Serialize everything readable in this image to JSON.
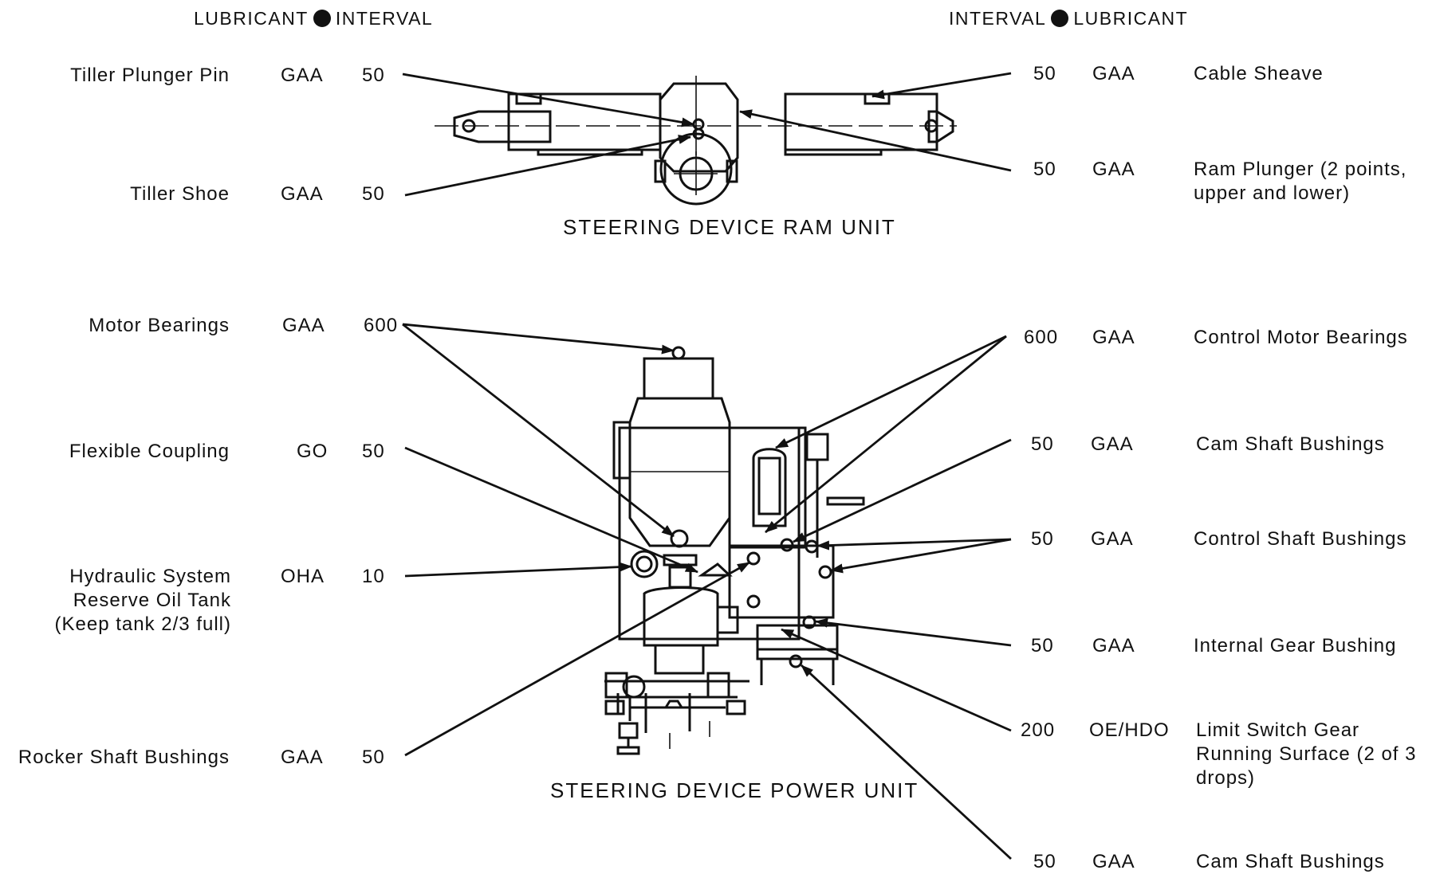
{
  "header_left": {
    "lubricant": "LUBRICANT",
    "interval": "INTERVAL"
  },
  "header_right": {
    "interval": "INTERVAL",
    "lubricant": "LUBRICANT"
  },
  "captions": {
    "ram_unit": "STEERING DEVICE RAM UNIT",
    "power_unit": "STEERING DEVICE POWER UNIT"
  },
  "left_items": [
    {
      "name": "Tiller Plunger Pin",
      "lubricant": "GAA",
      "interval": "50"
    },
    {
      "name": "Tiller Shoe",
      "lubricant": "GAA",
      "interval": "50"
    },
    {
      "name": "Motor Bearings",
      "lubricant": "GAA",
      "interval": "600"
    },
    {
      "name": "Flexible Coupling",
      "lubricant": "GO",
      "interval": "50"
    },
    {
      "name": "Hydraulic System Reserve Oil Tank (Keep tank 2/3 full)",
      "lubricant": "OHA",
      "interval": "10"
    },
    {
      "name": "Rocker Shaft Bushings",
      "lubricant": "GAA",
      "interval": "50"
    }
  ],
  "right_items": [
    {
      "interval": "50",
      "lubricant": "GAA",
      "name": "Cable Sheave"
    },
    {
      "interval": "50",
      "lubricant": "GAA",
      "name": "Ram Plunger (2 points, upper and lower)"
    },
    {
      "interval": "600",
      "lubricant": "GAA",
      "name": "Control Motor Bearings"
    },
    {
      "interval": "50",
      "lubricant": "GAA",
      "name": "Cam Shaft Bushings"
    },
    {
      "interval": "50",
      "lubricant": "GAA",
      "name": "Control Shaft Bushings"
    },
    {
      "interval": "50",
      "lubricant": "GAA",
      "name": "Internal Gear Bushing"
    },
    {
      "interval": "200",
      "lubricant": "OE/HDO",
      "name": "Limit Switch Gear Running Surface (2 of 3 drops)"
    },
    {
      "interval": "50",
      "lubricant": "GAA",
      "name": "Cam Shaft Bushings"
    }
  ]
}
